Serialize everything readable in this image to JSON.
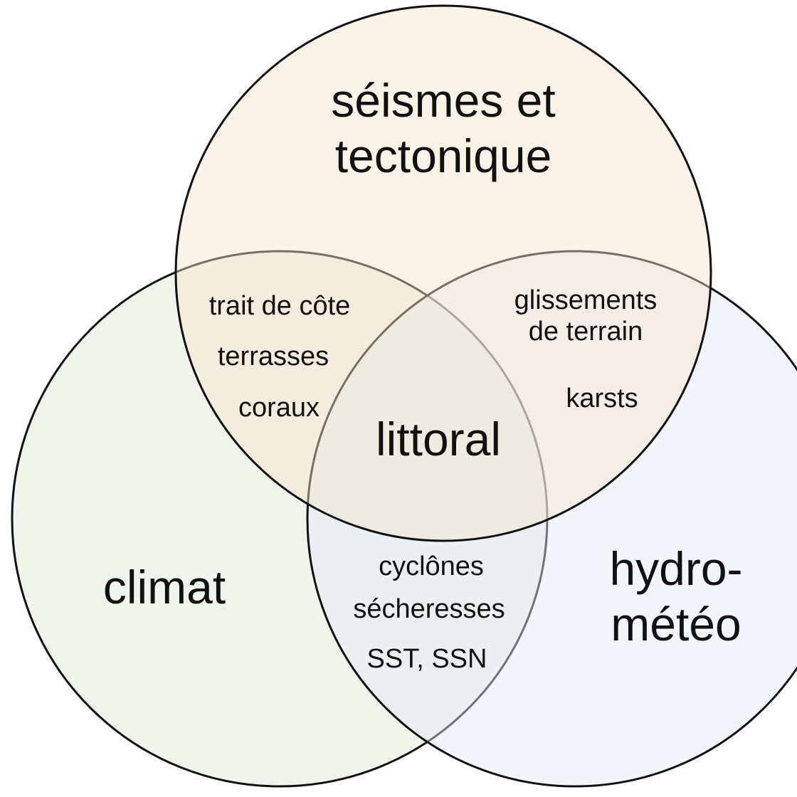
{
  "sets": {
    "top": {
      "lines": [
        "séismes et",
        "tectonique"
      ],
      "color": "#f8e4cc"
    },
    "left": {
      "lines": [
        "climat"
      ],
      "color": "#dde8d4"
    },
    "right": {
      "lines": [
        "hydro-",
        "météo"
      ],
      "color": "#e2ecf8"
    }
  },
  "intersections": {
    "top_left": [
      "trait de côte",
      "terrasses",
      "coraux"
    ],
    "top_right": [
      "glissements",
      "de terrain",
      "karsts"
    ],
    "left_right": [
      "cyclônes",
      "sécheresses",
      "SST, SSN"
    ],
    "center": [
      "littoral"
    ]
  }
}
